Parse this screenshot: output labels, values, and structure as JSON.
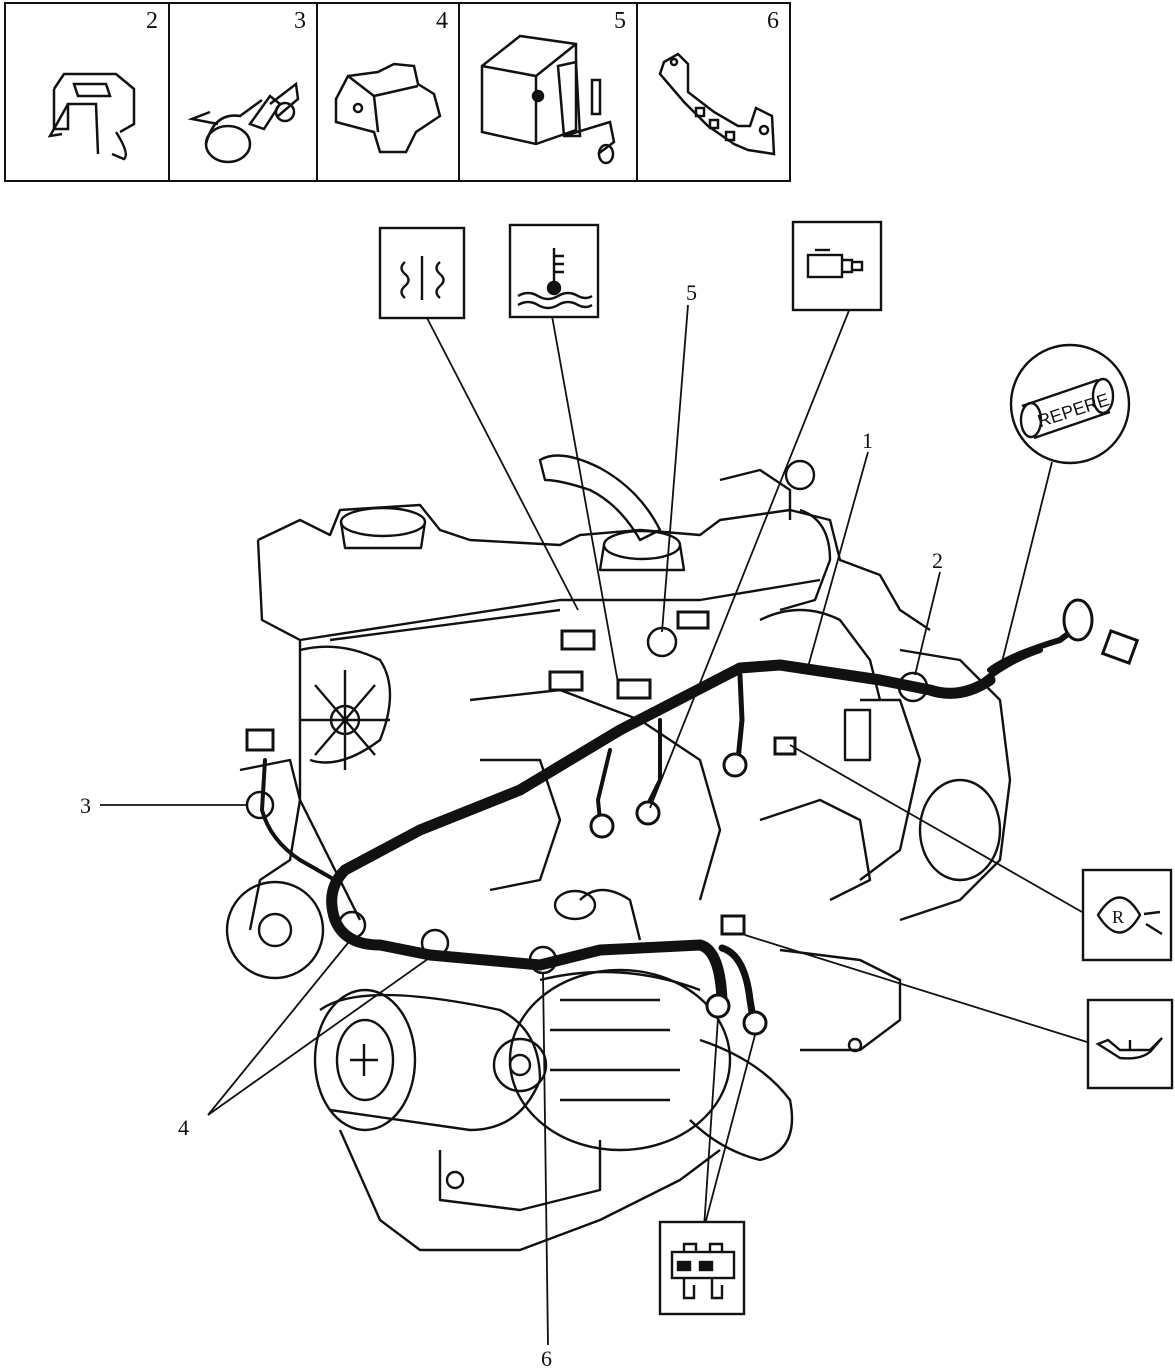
{
  "parts_legend": [
    {
      "number": "2",
      "icon": "clip-icon"
    },
    {
      "number": "3",
      "icon": "cable-tie-icon"
    },
    {
      "number": "4",
      "icon": "bracket-clip-icon"
    },
    {
      "number": "5",
      "icon": "housing-clamp-icon"
    },
    {
      "number": "6",
      "icon": "mounting-strap-icon"
    }
  ],
  "callouts": {
    "c1": "1",
    "c2": "2",
    "c3": "3",
    "c4": "4",
    "c5": "5",
    "c6": "6"
  },
  "symbols": {
    "repere_text": "REPERE",
    "reverse_text": "R"
  },
  "colors": {
    "ink": "#111111",
    "paper": "#ffffff"
  }
}
